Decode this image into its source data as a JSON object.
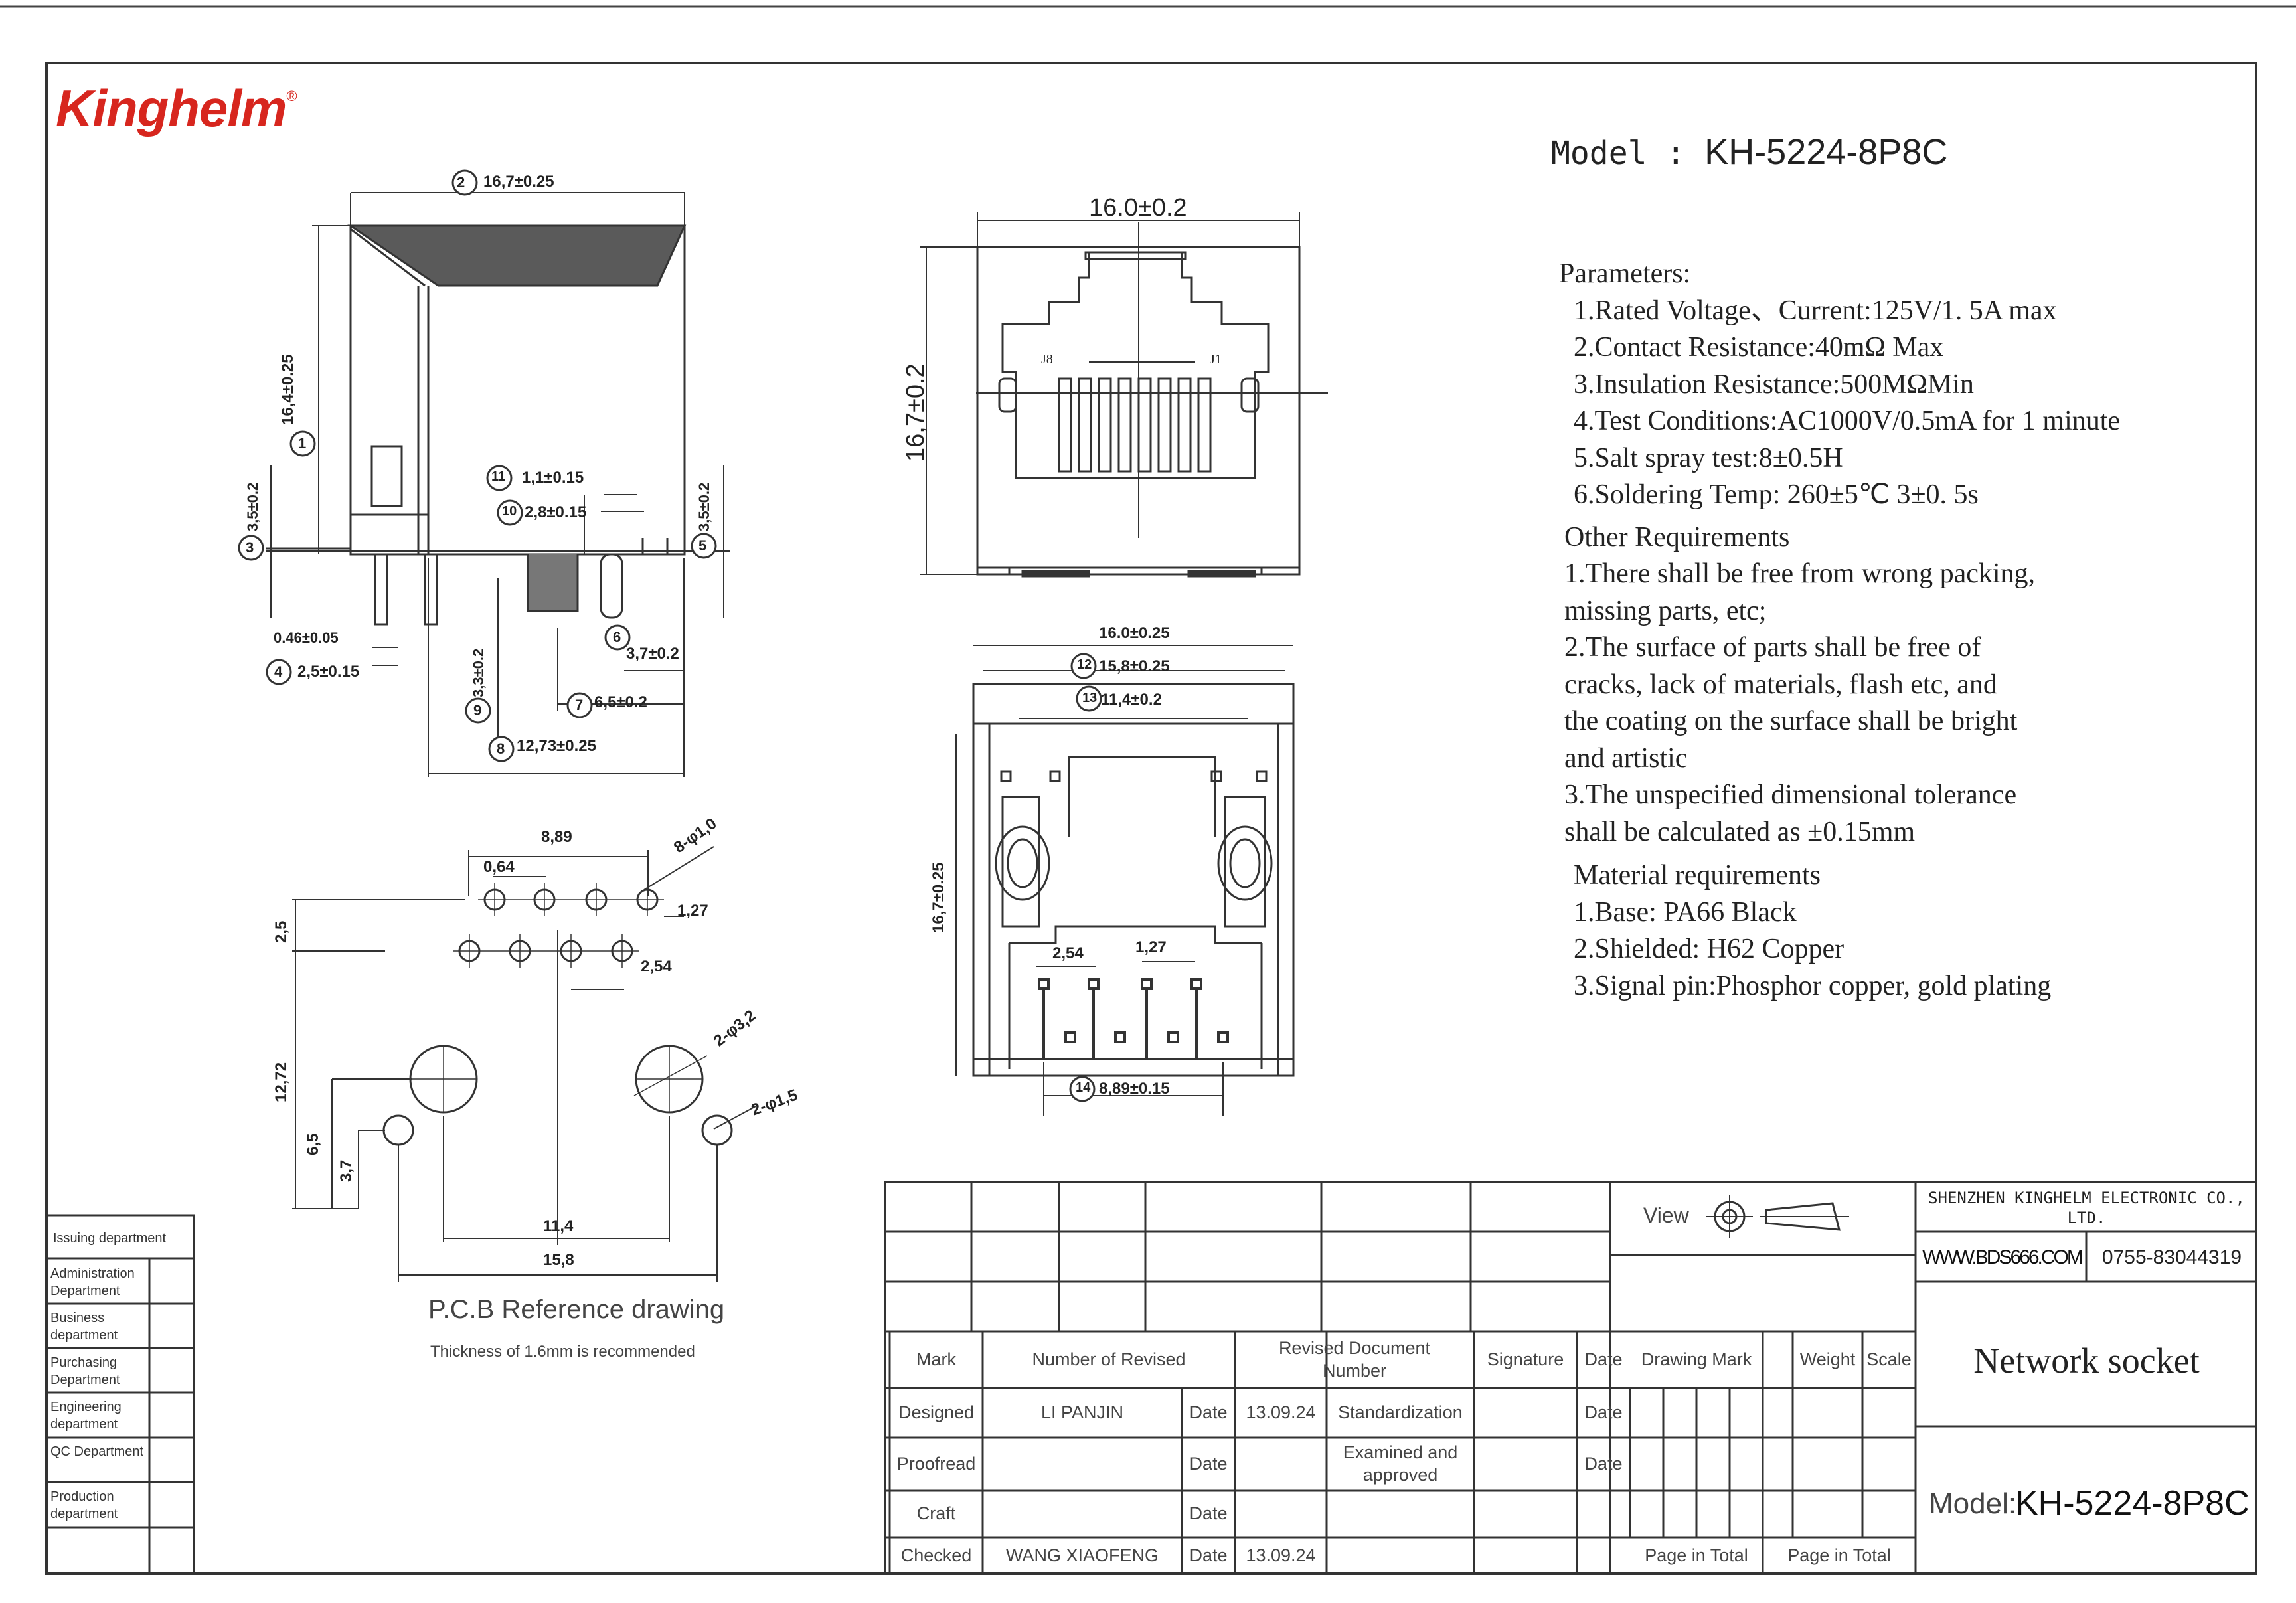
{
  "brand": {
    "logo_text": "Kinghelm",
    "registered_mark": "®",
    "accent": "#d7261e"
  },
  "model_header": {
    "label": "Model : ",
    "value": "KH-5224-8P8C"
  },
  "spec": {
    "parameters_title": "Parameters:",
    "parameters": [
      "1.Rated Voltage、Current:125V/1. 5A max",
      "2.Contact Resistance:40mΩ  Max",
      "3.Insulation Resistance:500MΩMin",
      "4.Test Conditions:AC1000V/0.5mA for 1 minute",
      "5.Salt spray test:8±0.5H",
      "6.Soldering Temp: 260±5℃ 3±0. 5s"
    ],
    "other_title": "Other Requirements",
    "other": [
      "1.There shall be free from wrong packing,",
      "missing parts, etc;",
      "2.The surface of parts shall be free of",
      "cracks, lack of materials, flash etc, and",
      "the coating on the surface shall be bright",
      "and artistic",
      "3.The unspecified dimensional tolerance",
      "shall be calculated as ±0.15mm"
    ],
    "material_title": "Material requirements",
    "material": [
      "1.Base: PA66 Black",
      "2.Shielded: H62 Copper",
      "3.Signal pin:Phosphor copper, gold plating"
    ]
  },
  "side_view": {
    "d1": "16,4±0.25",
    "n1": "1",
    "d2": "16,7±0.25",
    "n2": "2",
    "d3": "3,5±0.2",
    "n3": "3",
    "d4": "2,5±0.15",
    "n4": "4",
    "d4b": "0.46±0.05",
    "d5": "3,5±0.2",
    "n5": "5",
    "d6": "3,7±0.2",
    "n6": "6",
    "d7": "6,5±0.2",
    "n7": "7",
    "d8": "12,73±0.25",
    "n8": "8",
    "d9": "3,3±0.2",
    "n9": "9",
    "d10": "2,8±0.15",
    "n10": "10",
    "d11": "1,1±0.15",
    "n11": "11"
  },
  "front_view": {
    "width": "16.0±0.2",
    "height": "16,7±0.2",
    "j8": "J8",
    "j1": "J1"
  },
  "bottom_view": {
    "d_top": "16.0±0.25",
    "d12": "15,8±0.25",
    "n12": "12",
    "d13": "11,4±0.2",
    "n13": "13",
    "d14": "8,89±0.15",
    "n14": "14",
    "height": "16,7±0.25",
    "p1": "2,54",
    "p2": "1,27"
  },
  "pcb": {
    "d889": "8,89",
    "d064": "0,64",
    "holes8": "8-φ1,0",
    "d127": "1,27",
    "d25": "2,5",
    "d254": "2,54",
    "holes32": "2-φ3,2",
    "holes15": "2-φ1,5",
    "d1272": "12,72",
    "d65": "6,5",
    "d37": "3,7",
    "d114": "11,4",
    "d158": "15,8",
    "title": "P.C.B Reference drawing",
    "note": "Thickness of 1.6mm is recommended"
  },
  "departments": [
    "Issuing department",
    "Administration Department",
    "Business department",
    "Purchasing Department",
    "Engineering department",
    "QC Department",
    "Production department"
  ],
  "title_block": {
    "view_label": "View",
    "company": "SHENZHEN KINGHELM ELECTRONIC CO., LTD.",
    "website": "WWW.BDS666.COM",
    "phone": "0755-83044319",
    "product_name": "Network socket",
    "model_label": "Model:",
    "model_value": "KH-5224-8P8C",
    "headers": {
      "mark": "Mark",
      "revised_number": "Number of Revised",
      "revised_doc": "Revised Document Number",
      "signature": "Signature",
      "date": "Date",
      "drawing_mark": "Drawing Mark",
      "weight": "Weight",
      "scale": "Scale"
    },
    "rows": {
      "designed": "Designed",
      "designer": "LI PANJIN",
      "date_label": "Date",
      "designed_date": "13.09.24",
      "standardization": "Standardization",
      "proofread": "Proofread",
      "examined": "Examined and approved",
      "craft": "Craft",
      "checked": "Checked",
      "checker": "WANG XIAOFENG",
      "checked_date": "13.09.24",
      "page_total_1": "Page in Total",
      "page_total_2": "Page in Total"
    }
  }
}
